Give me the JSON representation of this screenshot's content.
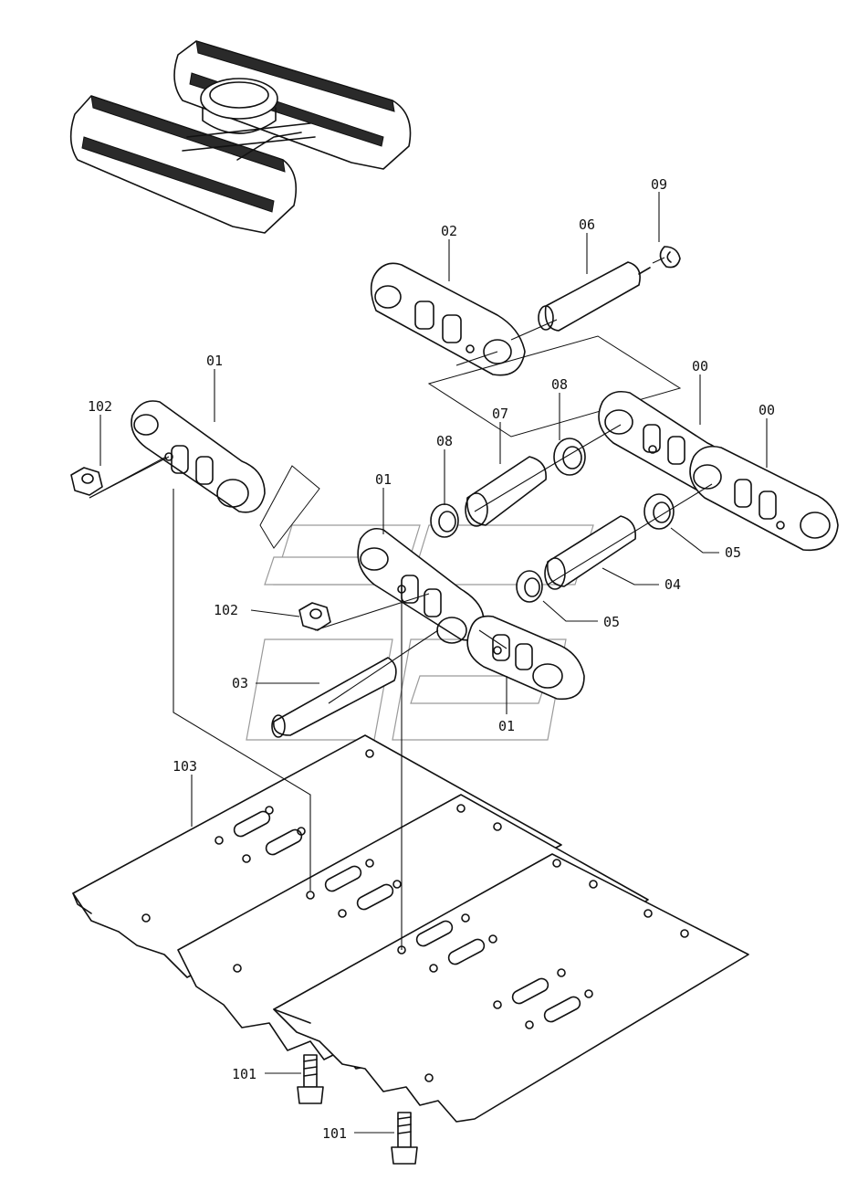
{
  "labels": {
    "p00a": "00",
    "p00b": "00",
    "p01a": "01",
    "p01b": "01",
    "p01c": "01",
    "p02": "02",
    "p03": "03",
    "p04": "04",
    "p05a": "05",
    "p05b": "05",
    "p06": "06",
    "p07": "07",
    "p08a": "08",
    "p08b": "08",
    "p09": "09",
    "p101a": "101",
    "p101b": "101",
    "p102a": "102",
    "p102b": "102",
    "p103": "103"
  },
  "icons": {
    "overview": "crawler-undercarriage-icon",
    "watermark": "brand-watermark-icon"
  }
}
